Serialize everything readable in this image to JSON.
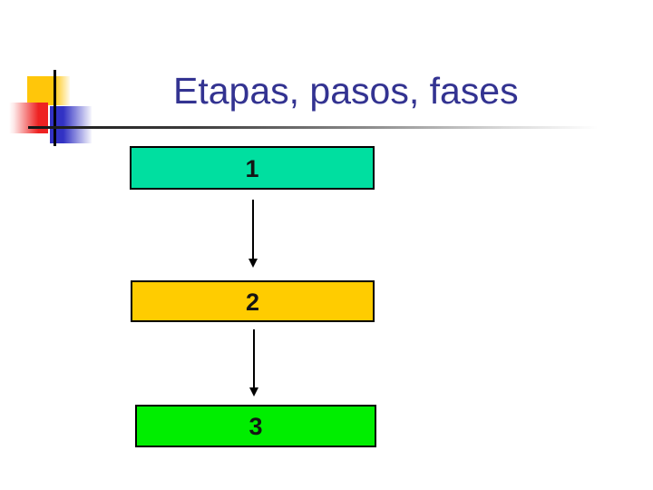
{
  "slide": {
    "title": "Etapas, pasos, fases",
    "title_color": "#333391",
    "background_color": "#ffffff"
  },
  "decoration": {
    "description": "corner-crosshair-accent-logo",
    "yellow_square_color": "#ffc60a",
    "red_square_color": "#ee2222",
    "blue_square_color": "#3232c4",
    "crosshair_line_color": "#000000",
    "rule_gradient_start": "#161616",
    "rule_gradient_end": "#ffffff"
  },
  "flowchart": {
    "steps": [
      {
        "label": "1",
        "fill_color": "#00dfa0"
      },
      {
        "label": "2",
        "fill_color": "#ffcc00"
      },
      {
        "label": "3",
        "fill_color": "#00ee00"
      }
    ],
    "step_border_color": "#000000",
    "step_label_color": "#141414",
    "connector_color": "#000000"
  }
}
